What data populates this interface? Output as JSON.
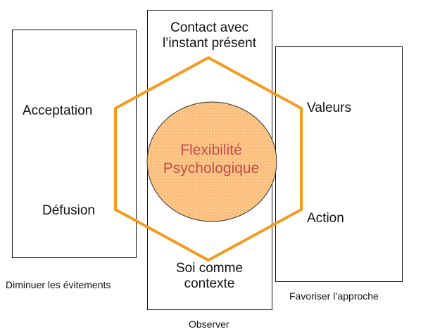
{
  "center": {
    "line1": "Flexibilité",
    "line2": "Psychologique"
  },
  "processes": {
    "top_line1": "Contact avec",
    "top_line2": "l’instant présent",
    "upper_left": "Acceptation",
    "lower_left": "Défusion",
    "upper_right": "Valeurs",
    "lower_right": "Action",
    "bottom_line1": "Soi comme",
    "bottom_line2": "contexte"
  },
  "groups": {
    "left": "Diminuer les évitements",
    "middle": "Observer",
    "right": "Favoriser l’approche"
  },
  "colors": {
    "hexagon": "#f59a1c",
    "circle_fill": "#fbc07e",
    "center_text": "#c0504d"
  }
}
